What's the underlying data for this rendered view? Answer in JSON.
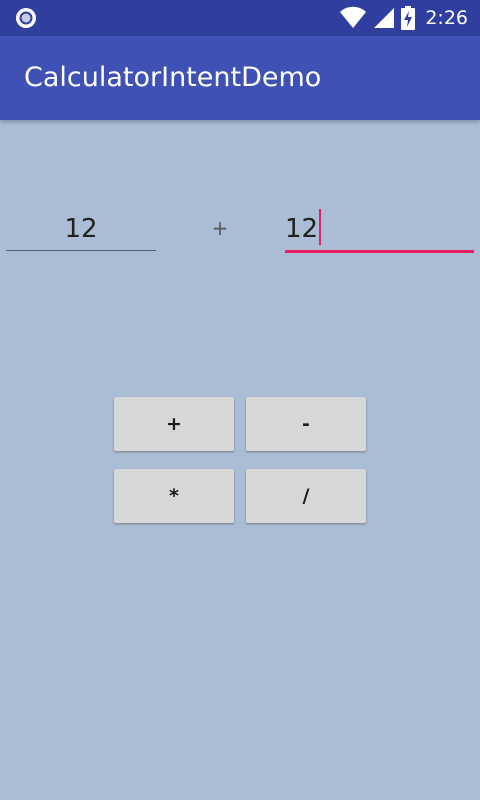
{
  "status_bar": {
    "time": "2:26",
    "icons": [
      "notification-circle-icon",
      "wifi-icon",
      "cell-signal-icon",
      "battery-charging-icon"
    ],
    "background": "#303f9f"
  },
  "app_bar": {
    "title": "CalculatorIntentDemo",
    "background": "#3f51b5"
  },
  "calculator": {
    "operand1": "12",
    "operator": "+",
    "operand2": "12",
    "accent_color": "#e91e63"
  },
  "buttons": {
    "add": "+",
    "subtract": "-",
    "multiply": "*",
    "divide": "/"
  },
  "colors": {
    "background": "#abbdd4",
    "button_bg": "#d6d7d7"
  }
}
